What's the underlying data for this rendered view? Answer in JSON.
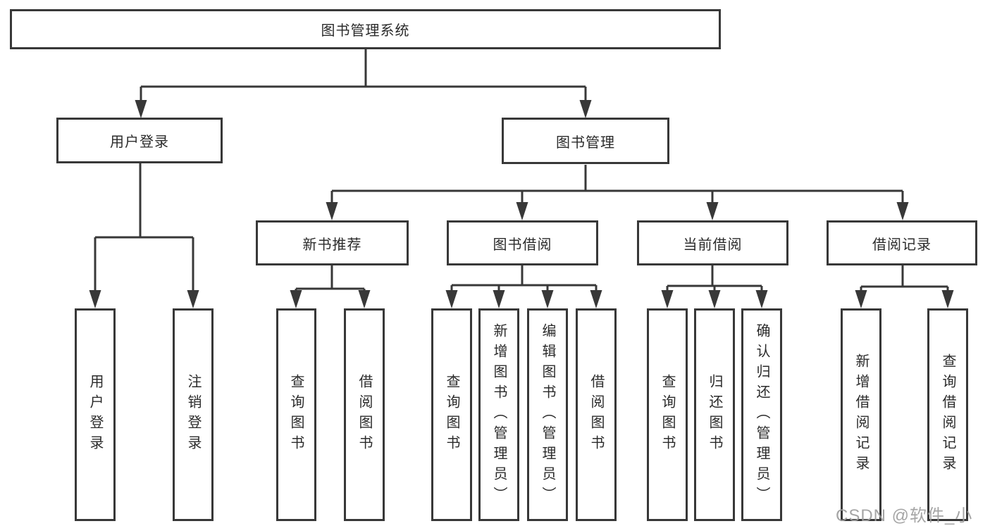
{
  "diagram": {
    "root": {
      "label": "图书管理系统"
    },
    "level2": {
      "user_login": {
        "label": "用户登录"
      },
      "book_mgmt": {
        "label": "图书管理"
      }
    },
    "level3": {
      "new_books": {
        "label": "新书推荐"
      },
      "borrowing": {
        "label": "图书借阅"
      },
      "current": {
        "label": "当前借阅"
      },
      "records": {
        "label": "借阅记录"
      }
    },
    "leaves": {
      "user_login": [
        "用户登录",
        "注销登录"
      ],
      "new_books": [
        "查询图书",
        "借阅图书"
      ],
      "borrowing": [
        "查询图书",
        "新增图书（管理员）",
        "编辑图书（管理员）",
        "借阅图书"
      ],
      "current": [
        "查询图书",
        "归还图书",
        "确认归还（管理员）"
      ],
      "records": [
        "新增借阅记录",
        "查询借阅记录"
      ]
    }
  },
  "watermark": "CSDN @软件_小贺同学",
  "colors": {
    "line": "#383838",
    "text": "#2b2b2b",
    "watermark": "#9e9e9e",
    "background": "#ffffff"
  }
}
